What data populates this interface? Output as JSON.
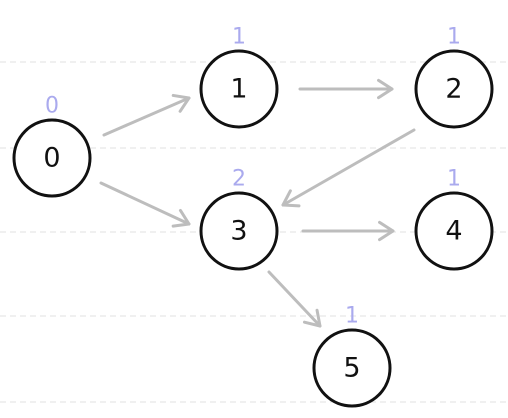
{
  "colors": {
    "node_stroke": "#111111",
    "node_text": "#111111",
    "edge": "#bdbdbd",
    "degree_text": "#aaaaee",
    "guide": "#e2e2e2"
  },
  "nodes": [
    {
      "id": "0",
      "label": "0",
      "degree": "0"
    },
    {
      "id": "1",
      "label": "1",
      "degree": "1"
    },
    {
      "id": "2",
      "label": "2",
      "degree": "1"
    },
    {
      "id": "3",
      "label": "3",
      "degree": "2"
    },
    {
      "id": "4",
      "label": "4",
      "degree": "1"
    },
    {
      "id": "5",
      "label": "5",
      "degree": "1"
    }
  ],
  "edges": [
    {
      "from": "0",
      "to": "1"
    },
    {
      "from": "0",
      "to": "3"
    },
    {
      "from": "1",
      "to": "2"
    },
    {
      "from": "2",
      "to": "3"
    },
    {
      "from": "3",
      "to": "4"
    },
    {
      "from": "3",
      "to": "5"
    }
  ]
}
